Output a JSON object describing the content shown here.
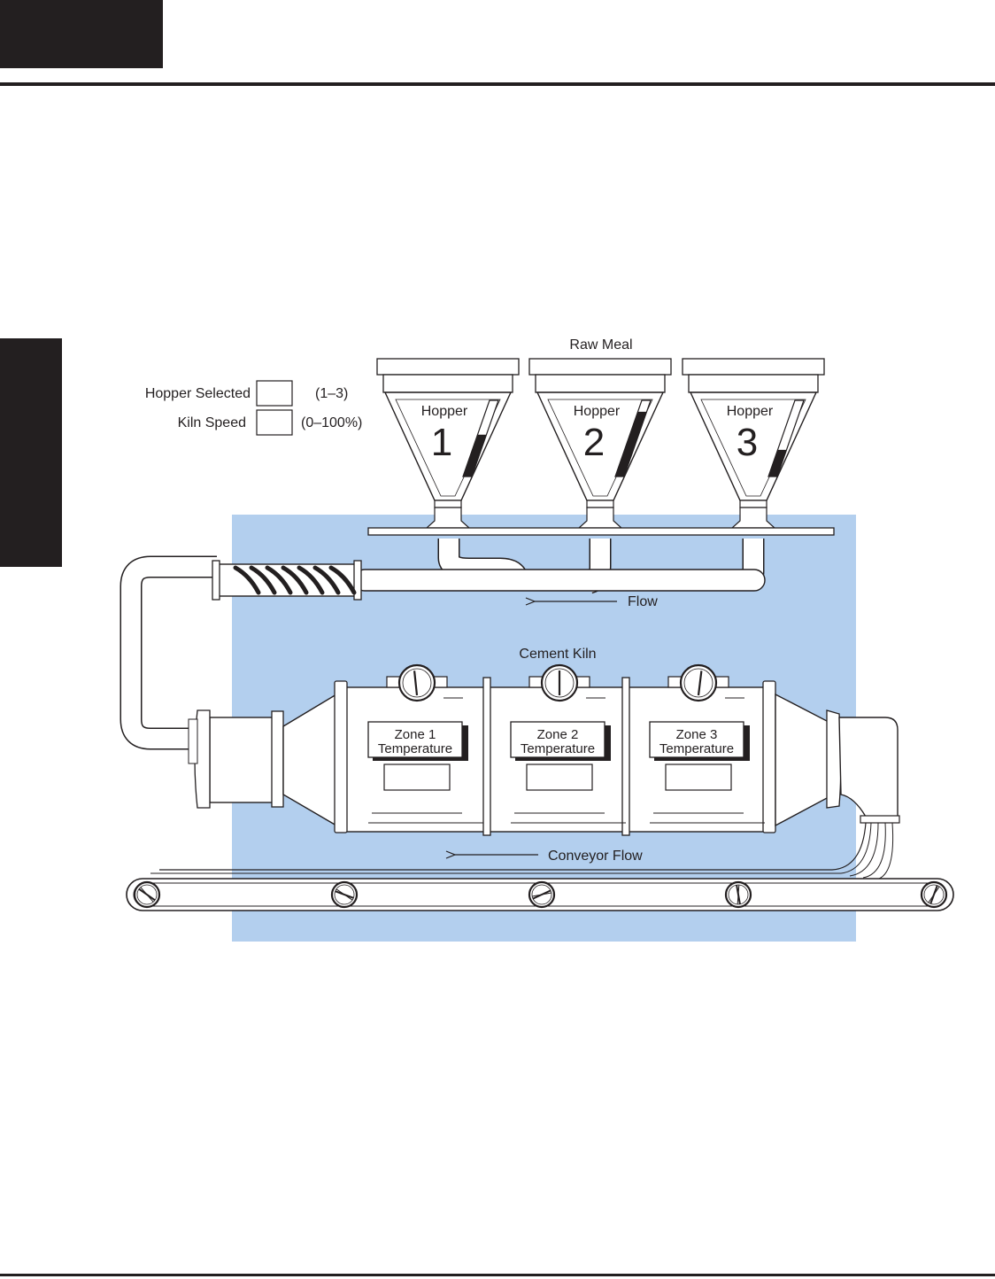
{
  "colors": {
    "page_mark": "#231f20",
    "panel_blue": "#b3cfee",
    "line": "#231f20",
    "fill_white": "#ffffff"
  },
  "header": {
    "block": "",
    "rule": ""
  },
  "controls": {
    "hopper_selected_label": "Hopper Selected",
    "hopper_selected_range": "(1–3)",
    "hopper_selected_value": "",
    "kiln_speed_label": "Kiln Speed",
    "kiln_speed_range": "(0–100%)",
    "kiln_speed_value": ""
  },
  "raw_meal_label": "Raw Meal",
  "hoppers": [
    {
      "label": "Hopper",
      "number": "1",
      "level_fraction": 0.55
    },
    {
      "label": "Hopper",
      "number": "2",
      "level_fraction": 0.85
    },
    {
      "label": "Hopper",
      "number": "3",
      "level_fraction": 0.35
    }
  ],
  "flow_label": "Flow",
  "kiln": {
    "label": "Cement Kiln",
    "zones": [
      {
        "title_line1": "Zone 1",
        "title_line2": "Temperature",
        "value": ""
      },
      {
        "title_line1": "Zone 2",
        "title_line2": "Temperature",
        "value": ""
      },
      {
        "title_line1": "Zone 3",
        "title_line2": "Temperature",
        "value": ""
      }
    ]
  },
  "conveyor_label": "Conveyor Flow"
}
